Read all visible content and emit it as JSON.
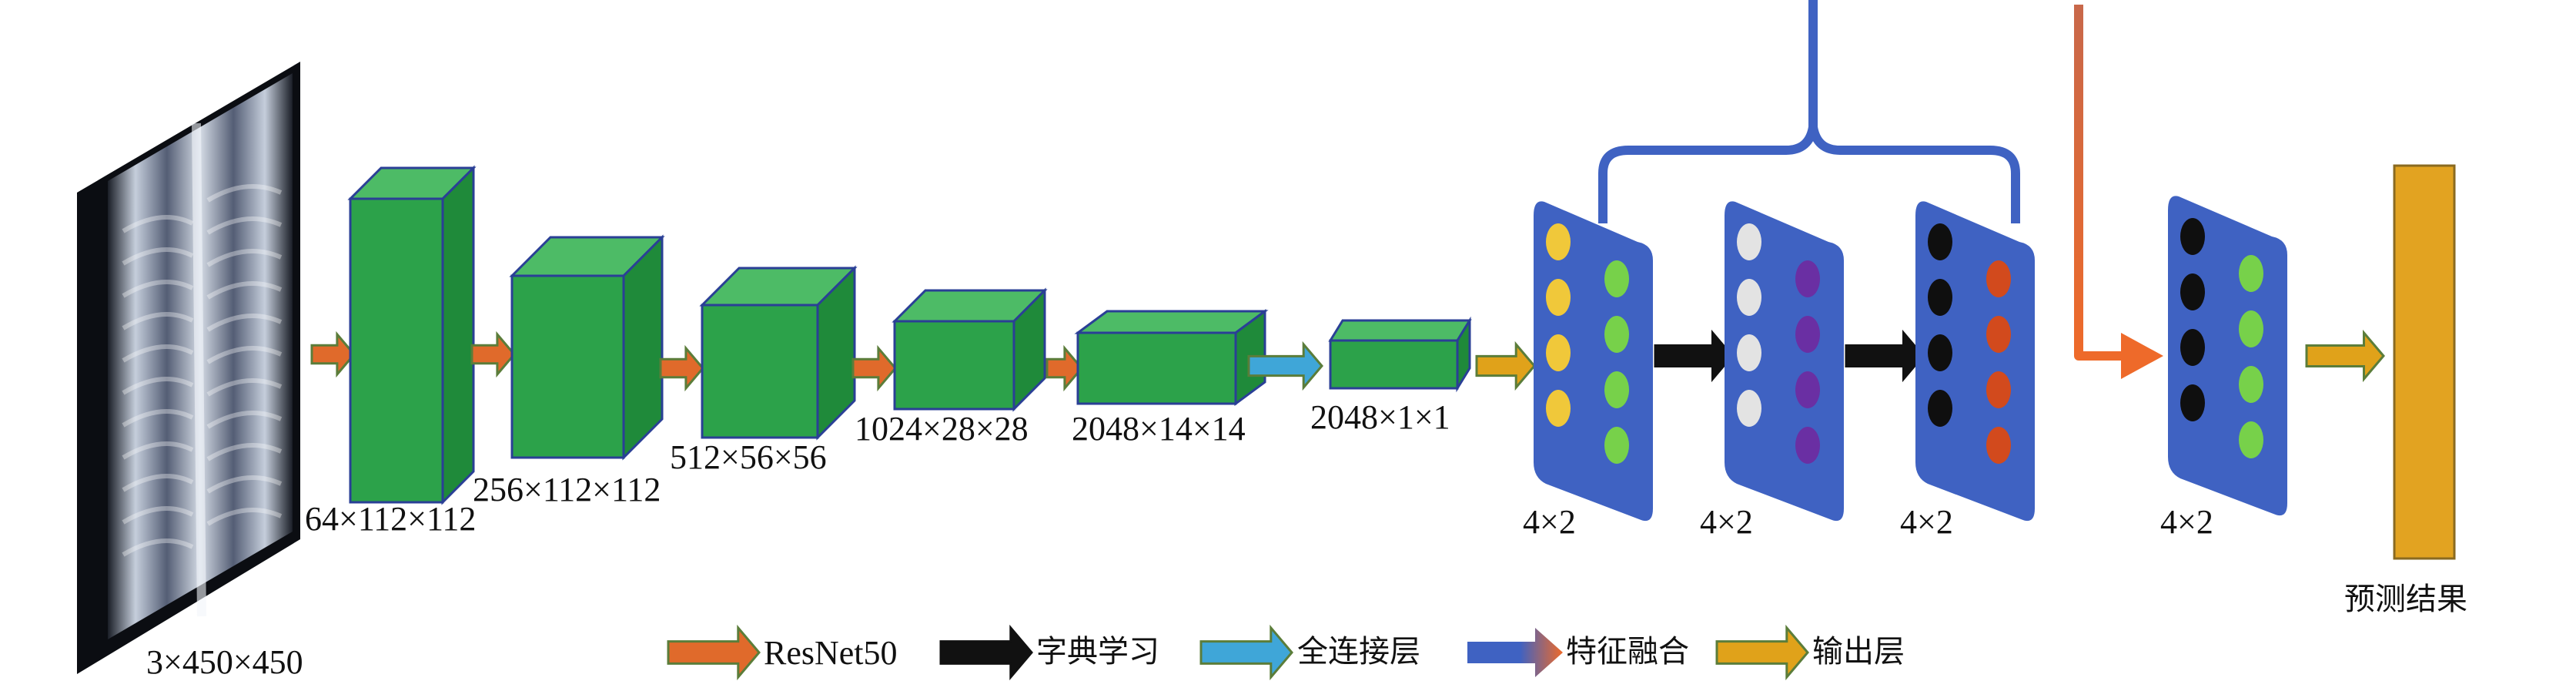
{
  "input": {
    "dims": "3×450×450"
  },
  "cubes": [
    {
      "dims": "64×112×112"
    },
    {
      "dims": "256×112×112"
    },
    {
      "dims": "512×56×56"
    },
    {
      "dims": "1024×28×28"
    },
    {
      "dims": "2048×14×14"
    },
    {
      "dims": "2048×1×1"
    }
  ],
  "matrices": [
    {
      "dims": "4×2"
    },
    {
      "dims": "4×2"
    },
    {
      "dims": "4×2"
    },
    {
      "dims": "4×2"
    }
  ],
  "output": {
    "label": "预测结果"
  },
  "legend": [
    {
      "label": "ResNet50",
      "icon": "orange-arrow-icon"
    },
    {
      "label": "字典学习",
      "icon": "black-arrow-icon"
    },
    {
      "label": "全连接层",
      "icon": "blue-arrow-icon"
    },
    {
      "label": "特征融合",
      "icon": "gradient-arrow-icon"
    },
    {
      "label": "输出层",
      "icon": "yellow-arrow-icon"
    }
  ],
  "colors": {
    "cube_front": "#2ca24a",
    "cube_top": "#4dbb66",
    "cube_side": "#1f8a3a",
    "cube_edge": "#2a3f96",
    "resnet_arrow": "#e06a2b",
    "dict_arrow": "#111111",
    "fc_arrow": "#3fa6d8",
    "fusion_blue": "#3f62c2",
    "fusion_orange": "#ee6a2a",
    "output_arrow": "#e0a21a",
    "panel": "#3f62c2",
    "dot_yellow": "#f0c83a",
    "dot_green": "#77d14a",
    "dot_white": "#e3e3e3",
    "dot_purple": "#6a2fa3",
    "dot_black": "#0f0f0f",
    "dot_red": "#d24a1d",
    "output_bar": "#e2a321"
  }
}
